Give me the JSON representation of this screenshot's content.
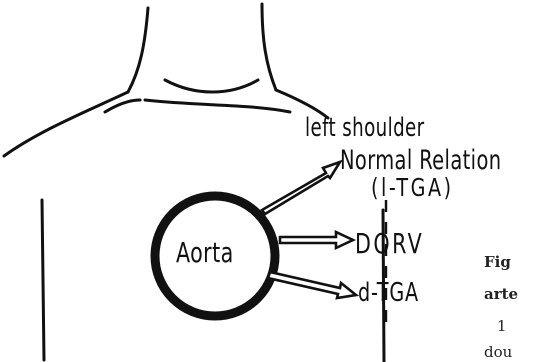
{
  "labels": {
    "left_shoulder": "left shoulder",
    "normal_relation": "Normal Relation",
    "l_tga": "(l-TGA)",
    "aorta": "Aorta",
    "dorv": "DORV",
    "d_tga": "d-TGA"
  },
  "caption_fragments": [
    "Fig",
    "arte",
    "1",
    "dou"
  ],
  "colors": {
    "ink": "#111111",
    "paper": "#ffffff"
  }
}
